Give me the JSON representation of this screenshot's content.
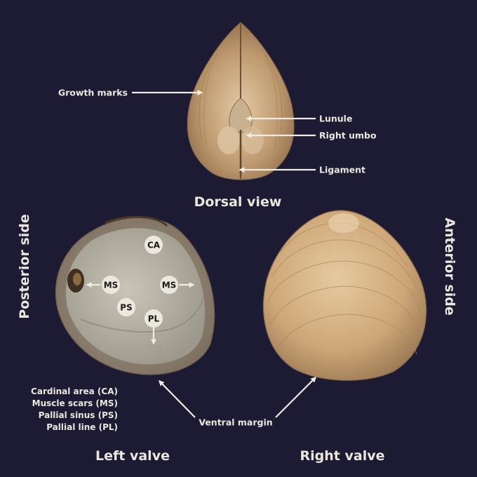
{
  "titles": {
    "dorsal": "Dorsal view",
    "left": "Left valve",
    "right": "Right valve",
    "posterior": "Posterior side",
    "anterior": "Anterior side"
  },
  "callouts": {
    "growth": "Growth marks",
    "lunule": "Lunule",
    "umbo": "Right umbo",
    "ligament": "Ligament",
    "ventral": "Ventral margin"
  },
  "badges": {
    "ca": "CA",
    "ms": "MS",
    "ps": "PS",
    "pl": "PL"
  },
  "legend": [
    "Cardinal area (CA)",
    "Muscle scars (MS)",
    "Pallial sinus (PS)",
    "Pallial line (PL)"
  ],
  "colors": {
    "background": "#1d1a33",
    "text": "#ece7dd",
    "shell": "#c9a57a",
    "interior": "#b6b2a4"
  }
}
